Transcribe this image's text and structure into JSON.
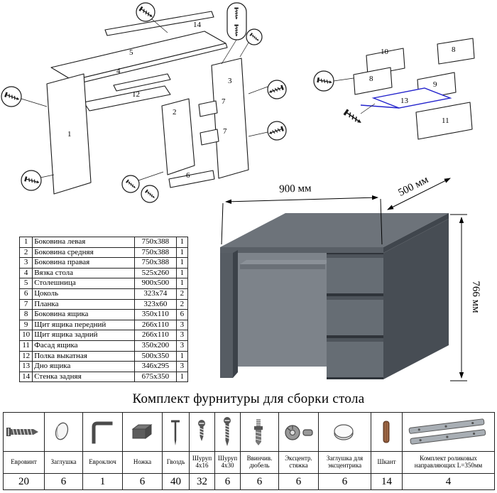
{
  "title": "Комплект фурнитуры для сборки стола",
  "parts_table": {
    "rows": [
      {
        "num": "1",
        "name": "Боковина левая",
        "size": "750x388",
        "qty": "1"
      },
      {
        "num": "2",
        "name": "Боковина средняя",
        "size": "750x388",
        "qty": "1"
      },
      {
        "num": "3",
        "name": "Боковина правая",
        "size": "750x388",
        "qty": "1"
      },
      {
        "num": "4",
        "name": "Вязка стола",
        "size": "525x260",
        "qty": "1"
      },
      {
        "num": "5",
        "name": "Столешница",
        "size": "900x500",
        "qty": "1"
      },
      {
        "num": "6",
        "name": "Цоколь",
        "size": "323x74",
        "qty": "2"
      },
      {
        "num": "7",
        "name": "Планка",
        "size": "323x60",
        "qty": "2"
      },
      {
        "num": "8",
        "name": "Боковина ящика",
        "size": "350x110",
        "qty": "6"
      },
      {
        "num": "9",
        "name": "Щит ящика передний",
        "size": "266x110",
        "qty": "3"
      },
      {
        "num": "10",
        "name": "Щит ящика задний",
        "size": "266x110",
        "qty": "3"
      },
      {
        "num": "11",
        "name": "Фасад ящика",
        "size": "350x200",
        "qty": "3"
      },
      {
        "num": "12",
        "name": "Полка выкатная",
        "size": "500x350",
        "qty": "1"
      },
      {
        "num": "13",
        "name": "Дно ящика",
        "size": "346x295",
        "qty": "3"
      },
      {
        "num": "14",
        "name": "Стенка задняя",
        "size": "675x350",
        "qty": "1"
      }
    ]
  },
  "desk": {
    "width_label": "900 мм",
    "depth_label": "500 мм",
    "height_label": "766 мм"
  },
  "diagram_left": {
    "labels": [
      "14",
      "5",
      "4",
      "12",
      "2",
      "1",
      "3",
      "7",
      "7",
      "6"
    ]
  },
  "diagram_right": {
    "labels": [
      "10",
      "8",
      "8",
      "9",
      "13",
      "11"
    ]
  },
  "hardware": {
    "items": [
      {
        "name": "Евровинт",
        "qty": "20",
        "icon": "euroscrew-icon"
      },
      {
        "name": "Заглушка",
        "qty": "6",
        "icon": "cap-icon"
      },
      {
        "name": "Евроключ",
        "qty": "1",
        "icon": "hexkey-icon"
      },
      {
        "name": "Ножка",
        "qty": "6",
        "icon": "leg-icon"
      },
      {
        "name": "Гвоздь",
        "qty": "40",
        "icon": "nail-icon"
      },
      {
        "name": "Шуруп 4х16",
        "qty": "32",
        "icon": "screw-short-icon"
      },
      {
        "name": "Шуруп 4х30",
        "qty": "6",
        "icon": "screw-long-icon"
      },
      {
        "name": "Ввинчив. дюбель",
        "qty": "6",
        "icon": "dowel-bolt-icon"
      },
      {
        "name": "Эксцентр. стяжка",
        "qty": "6",
        "icon": "cam-lock-icon"
      },
      {
        "name": "Заглушка для эксцентрика",
        "qty": "6",
        "icon": "cam-cap-icon"
      },
      {
        "name": "Шкант",
        "qty": "14",
        "icon": "wood-pin-icon"
      },
      {
        "name": "Комплект роликовых направляющих L=350мм",
        "qty": "4",
        "icon": "rails-icon"
      }
    ]
  },
  "colors": {
    "highlight_blue": "#2222cc",
    "desk_gray": "#6d737a"
  }
}
